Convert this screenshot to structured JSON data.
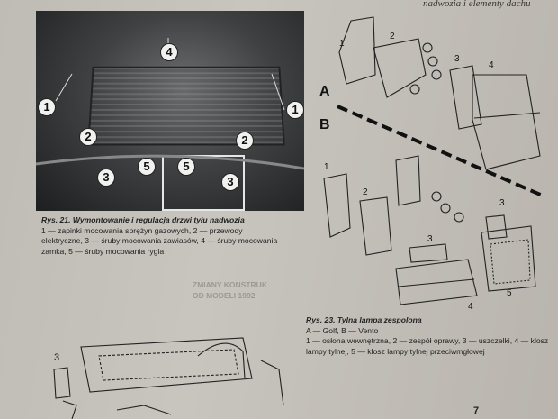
{
  "header": {
    "text": "nadwozia i elementy dachu"
  },
  "photo": {
    "callouts": [
      "1",
      "1",
      "2",
      "2",
      "3",
      "3",
      "4",
      "5",
      "5"
    ]
  },
  "figure21": {
    "title": "Rys. 21. Wymontowanie i regulacja drzwi tyłu nadwozia",
    "body": "1 — zapinki mocowania sprężyn gazowych, 2 — przewody elektryczne, 3 — śruby mocowania zawiasów, 4 — śruby mocowania zamka, 5 — śruby mocowania rygla"
  },
  "ghost_text": {
    "line1": "ZMIANY KONSTRUK",
    "line2": "OD MODELI 1992"
  },
  "figure23": {
    "labels": {
      "A": "A",
      "B": "B",
      "n1a": "1",
      "n2a": "2",
      "n3a": "3",
      "n4a": "4",
      "n1b": "1",
      "n2b": "2",
      "n3b": "3",
      "n3c": "3",
      "n4b": "4",
      "n5b": "5"
    },
    "title": "Rys. 23. Tylna lampa zespolona",
    "line1": "A — Golf, B — Vento",
    "body": "1 — osłona wewnętrzna, 2 — zespół oprawy, 3 — uszczelki, 4 — klosz lampy tylnej, 5 — klosz lampy tylnej przeciwmgłowej"
  },
  "bottom_figure": {
    "label": "3"
  },
  "page_number": "7"
}
